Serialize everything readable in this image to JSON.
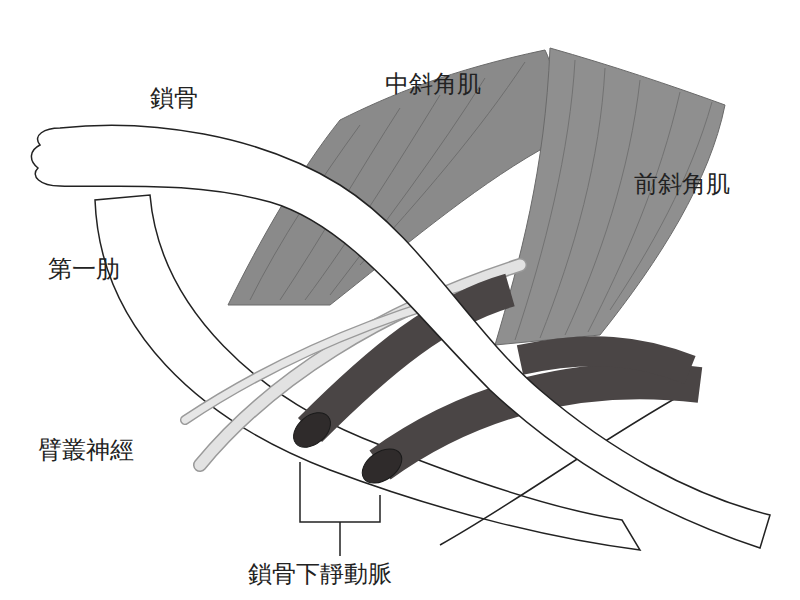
{
  "diagram": {
    "labels": [
      "鎖骨",
      "中斜角肌",
      "前斜角肌",
      "第一肋",
      "臂叢神經",
      "鎖骨下靜動脈"
    ]
  }
}
